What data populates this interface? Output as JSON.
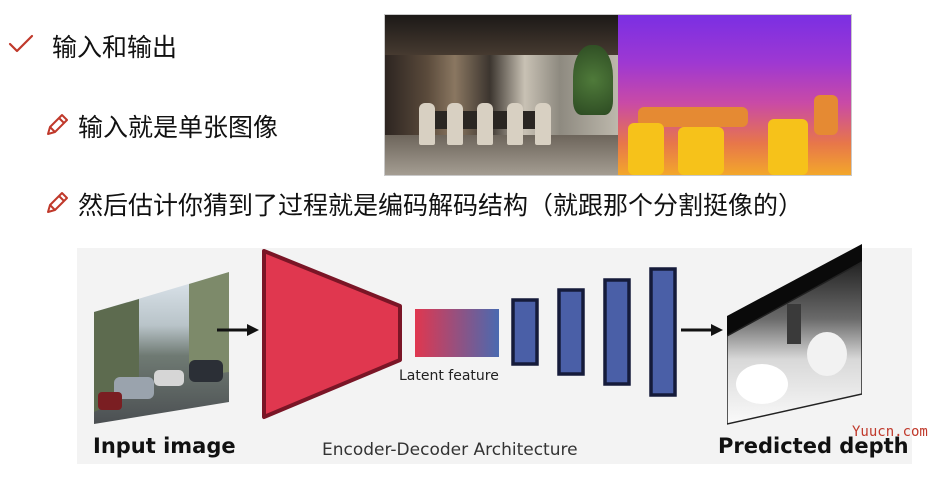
{
  "bullets": {
    "b1": {
      "icon": "checkmark-icon",
      "text": "输入和输出"
    },
    "b2": {
      "icon": "pencil-icon",
      "text": "输入就是单张图像"
    },
    "b3": {
      "icon": "pencil-icon",
      "text": "然后估计你猜到了过程就是编码解码结构（就跟那个分割挺像的）"
    }
  },
  "colors": {
    "accent_red": "#c0392b",
    "encoder_red": "#e0374f",
    "encoder_border": "#7a1526",
    "decoder_blue": "#4a5fa7",
    "decoder_border": "#151b3a"
  },
  "diagram": {
    "input_label": "Input image",
    "latent_label": "Latent feature",
    "architecture_label": "Encoder-Decoder Architecture",
    "output_label": "Predicted depth"
  },
  "watermark": "Yuucn.com"
}
